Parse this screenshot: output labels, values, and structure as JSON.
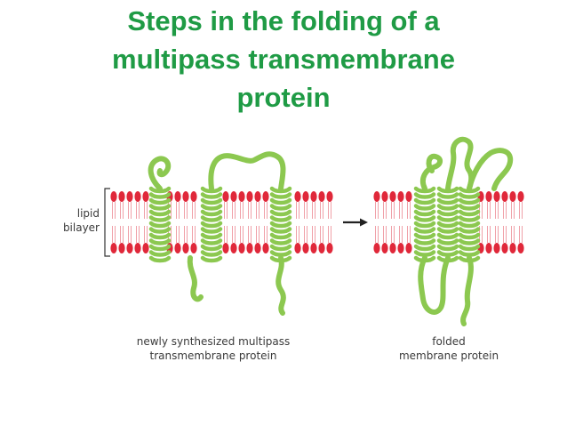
{
  "title": {
    "line1": "Steps in the folding of a",
    "line2": "multipass transmembrane",
    "line3": "protein"
  },
  "labels": {
    "lipid_line1": "lipid",
    "lipid_line2": "bilayer",
    "left_caption_line1": "newly synthesized multipass",
    "left_caption_line2": "transmembrane protein",
    "right_caption_line1": "folded",
    "right_caption_line2": "membrane protein"
  },
  "colors": {
    "title": "#1f9b45",
    "lipid_head": "#e0283a",
    "lipid_tail": "#f0a0a8",
    "protein": "#8cc850",
    "protein_dark": "#5fa32a",
    "arrow": "#222222"
  }
}
